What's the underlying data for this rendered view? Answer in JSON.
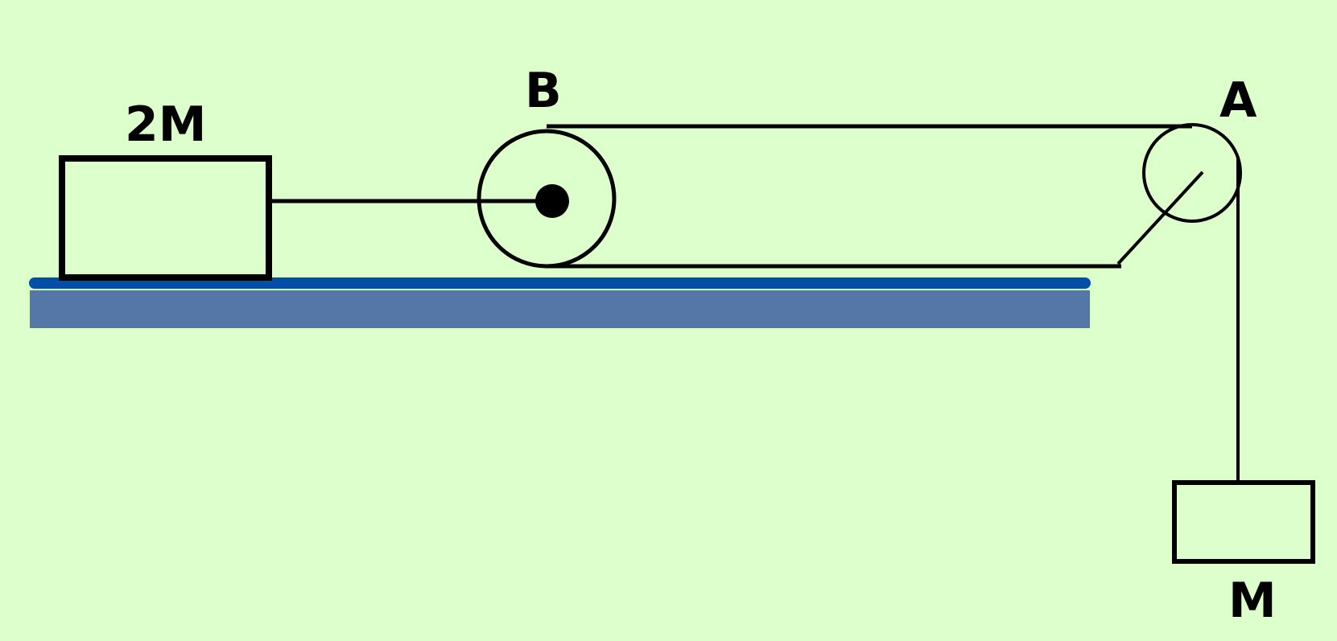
{
  "labels": {
    "block_top": "2M",
    "pulley_movable": "B",
    "pulley_fixed": "A",
    "block_hanging": "M"
  },
  "colors": {
    "background": "#ddffcc",
    "table_top": "#0050a8",
    "table_body": "#5577a8",
    "stroke": "#000000"
  }
}
